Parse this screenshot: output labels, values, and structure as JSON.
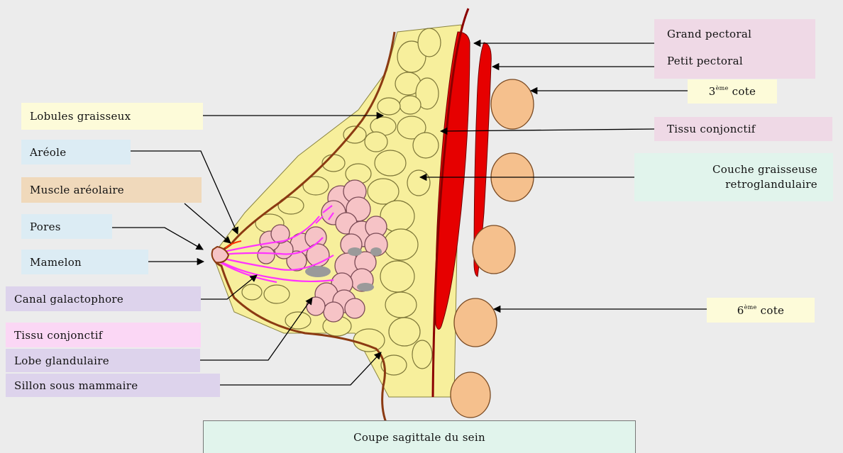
{
  "labels": {
    "lobules_graisseux": "Lobules graisseux",
    "areole": "Aréole",
    "muscle_areolaire": "Muscle aréolaire",
    "pores": "Pores",
    "mamelon": "Mamelon",
    "canal_galactophore": "Canal galactophore",
    "tissu_conjonctif_left": "Tissu conjonctif",
    "lobe_glandulaire": "Lobe glandulaire",
    "sillon_sous_mammaire": "Sillon sous mammaire",
    "grand_pectoral": "Grand pectoral",
    "petit_pectoral": "Petit pectoral",
    "cote3_num": "3",
    "cote3_sup": "ème",
    "cote3_word": "cote",
    "tissu_conjonctif_right": "Tissu conjonctif",
    "couche_line1": "Couche graisseuse",
    "couche_line2": "retroglandulaire",
    "cote6_num": "6",
    "cote6_sup": "ème",
    "cote6_word": "cote",
    "caption": "Coupe sagittale du sein"
  },
  "colors": {
    "background": "#ececec",
    "fat_lobule": "#f7ef9c",
    "gland_lobe": "#f6c3c6",
    "muscle": "#e60000",
    "rib": "#f5c08d",
    "skin": "#8b3a12",
    "duct": "#ff33ff",
    "box_yellow": "#fdfbd9",
    "box_blue": "#dcecf4",
    "box_tan": "#f0d9bb",
    "box_violet": "#ddd3ec",
    "box_pink": "#fbd7f5",
    "box_rose": "#efd9e6",
    "box_mint": "#e1f4ec"
  }
}
